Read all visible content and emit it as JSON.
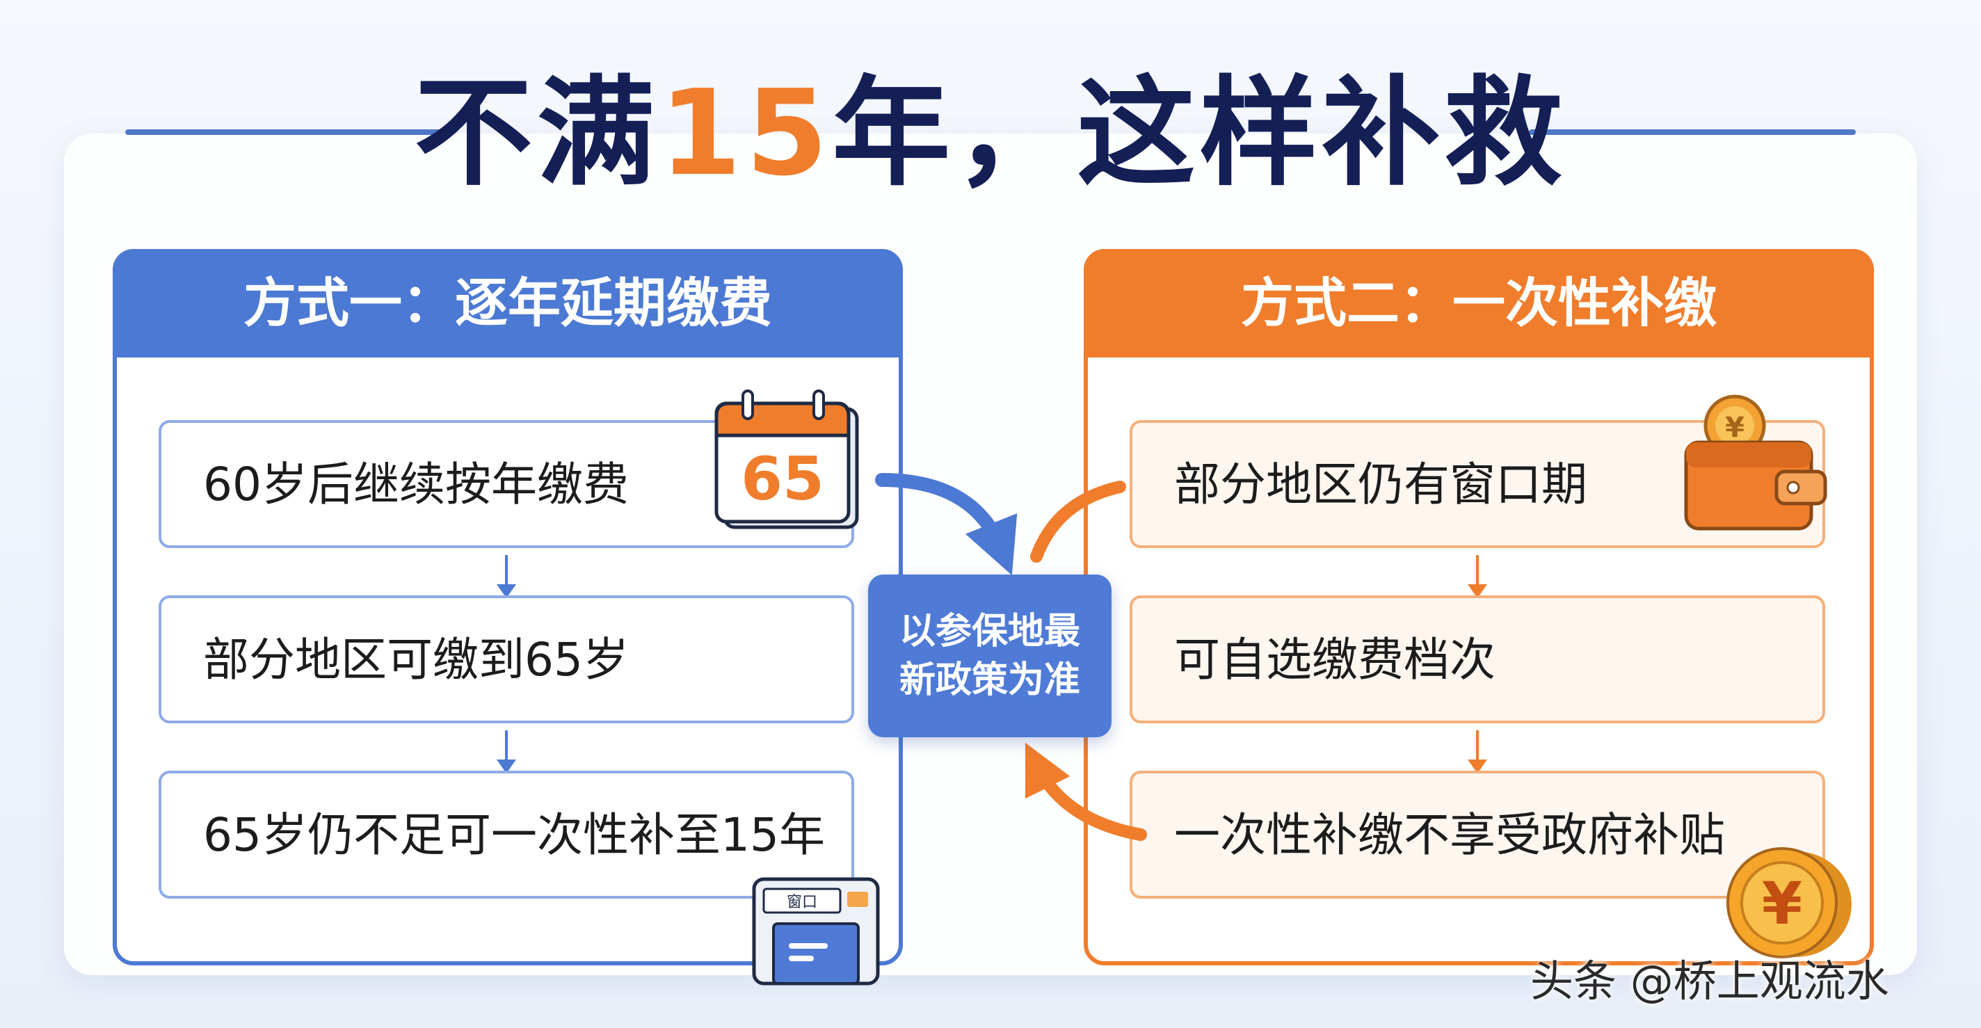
{
  "title": {
    "prefix": "不满",
    "highlight": "15",
    "suffix": "年，这样补救"
  },
  "left_panel": {
    "header": "方式一：逐年延期缴费",
    "steps": [
      "60岁后继续按年缴费",
      "部分地区可缴到65岁",
      "65岁仍不足可一次性补至15年"
    ]
  },
  "right_panel": {
    "header": "方式二：一次性补缴",
    "steps": [
      "部分地区仍有窗口期",
      "可自选缴费档次",
      "一次性补缴不享受政府补贴"
    ]
  },
  "center": {
    "line1": "以参保地最",
    "line2": "新政策为准"
  },
  "icons": {
    "calendar": {
      "name": "calendar-icon",
      "text": "65"
    },
    "counter": {
      "name": "service-counter-icon",
      "sign": "窗口"
    },
    "wallet": {
      "name": "wallet-icon",
      "symbol": "¥"
    },
    "coin": {
      "name": "coin-icon",
      "symbol": "¥"
    }
  },
  "watermark": "头条 @桥上观流水",
  "colors": {
    "title": "#141f56",
    "blue": "#4c79d3",
    "orange": "#ef7d2c"
  }
}
